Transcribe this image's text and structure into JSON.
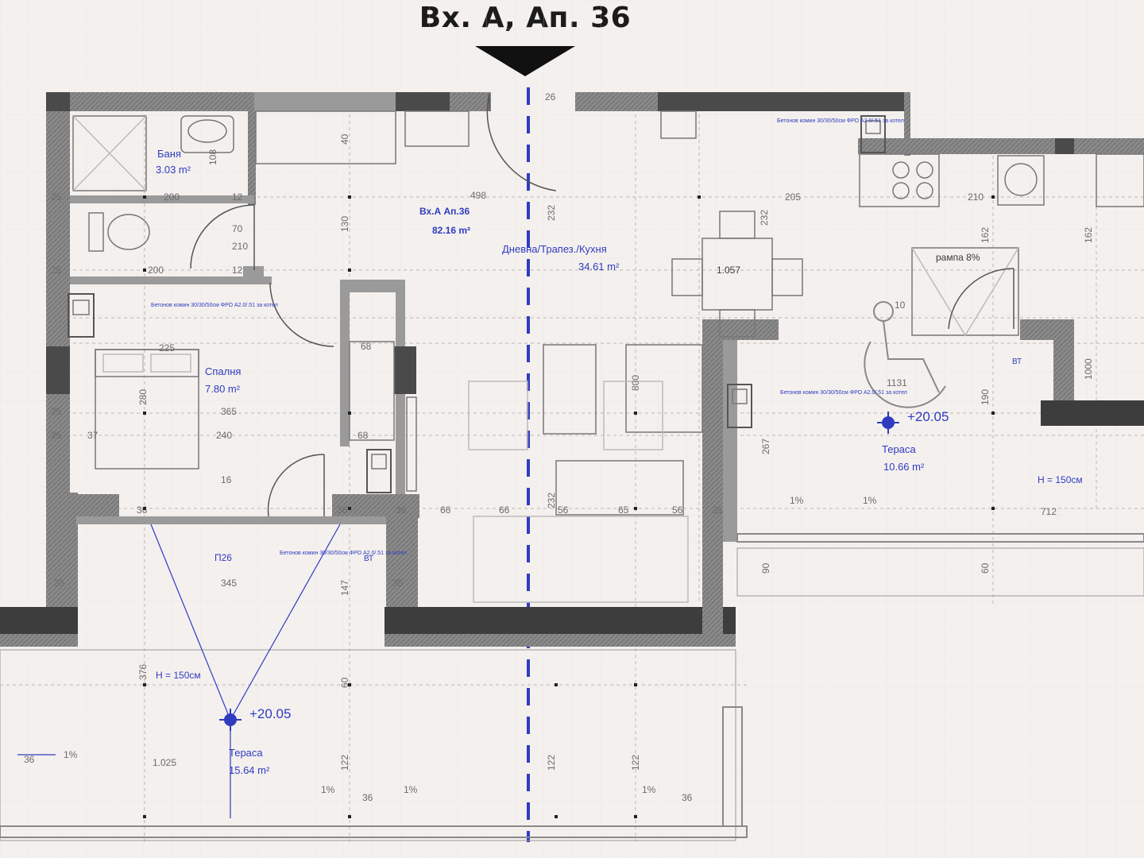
{
  "header": {
    "entrance_title": "Вх. А, Ап. 36"
  },
  "colors": {
    "wall": "#7d7d7d",
    "wall_dark": "#3d3d3d",
    "annotation_blue": "#2f3cc0",
    "background": "#f4f0ee"
  },
  "apartment": {
    "label": "Вх.А Ап.36",
    "area": "82.16 m²"
  },
  "rooms": {
    "bath": {
      "name": "Баня",
      "area": "3.03 m²"
    },
    "living": {
      "name": "Дневна/Трапез./Кухня",
      "area": "34.61 m²"
    },
    "bedroom": {
      "name": "Спалня",
      "area": "7.80 m²"
    },
    "terrace_right": {
      "name": "Тераса",
      "area": "10.66 m²"
    },
    "terrace_bottom": {
      "name": "Тераса",
      "area": "15.64 m²"
    }
  },
  "levels": {
    "terrace_right": "+20.05",
    "terrace_bottom": "+20.05"
  },
  "annotations": {
    "ramp": "рампа 8%",
    "parapet_right": "H = 150см",
    "parapet_bottom": "H = 150см",
    "table_size": "1.057",
    "door_code": "П26",
    "chimney_note_1": "Бетонов комин 30/30/50см ФРО А2.0/.51 за котел",
    "chimney_note_2": "Бетонов комин 30/30/50см ФРО А2.0/.51 за котел",
    "chimney_note_3": "Бетонов комин 30/30/50см ФРО А2.0/.51 за котел",
    "chimney_note_4": "Бетонов комин 30/30/50см ФРО А2.0/.51 за котел",
    "gully_1": "ВТ",
    "gully_2": "ВТ"
  },
  "dims": {
    "d_200a": "200",
    "d_200b": "200",
    "d_12a": "12",
    "d_12b": "12",
    "d_25a": "25",
    "d_25b": "25",
    "d_25c": "25",
    "d_25d": "25",
    "d_70": "70",
    "d_210": "210",
    "d_498": "498",
    "d_205": "205",
    "d_210b": "210",
    "d_225": "225",
    "d_365": "365",
    "d_240": "240",
    "d_37": "37",
    "d_68a": "68",
    "d_68b": "68",
    "d_345": "345",
    "d_1025": "1.025",
    "d_712": "712",
    "d_1131": "1131",
    "d_10": "10",
    "d_66a": "66",
    "d_66b": "66",
    "d_56a": "56",
    "d_65": "65",
    "d_56b": "56",
    "d_36a": "36",
    "d_36b": "36",
    "d_36c": "36",
    "d_36d": "36",
    "d_36e": "36",
    "d_36f": "36",
    "d_35a": "35",
    "d_35b": "35",
    "d_35c": "35",
    "d_16": "16",
    "d_26": "26",
    "d_1pct_a": "1%",
    "d_1pct_b": "1%",
    "d_1pct_c": "1%",
    "d_1pct_d": "1%",
    "d_1pct_e": "1%",
    "d_1pct_f": "1%",
    "v_130": "130",
    "v_40": "40",
    "v_232a": "232",
    "v_232b": "232",
    "v_232c": "232",
    "v_122a": "122",
    "v_122b": "122",
    "v_122c": "122",
    "v_60a": "60",
    "v_60b": "60",
    "v_90": "90",
    "v_376": "376",
    "v_162a": "162",
    "v_162b": "162",
    "v_267": "267",
    "v_800": "800",
    "v_280": "280",
    "v_108": "108",
    "v_190": "190",
    "v_1000": "1000",
    "v_147": "147"
  }
}
